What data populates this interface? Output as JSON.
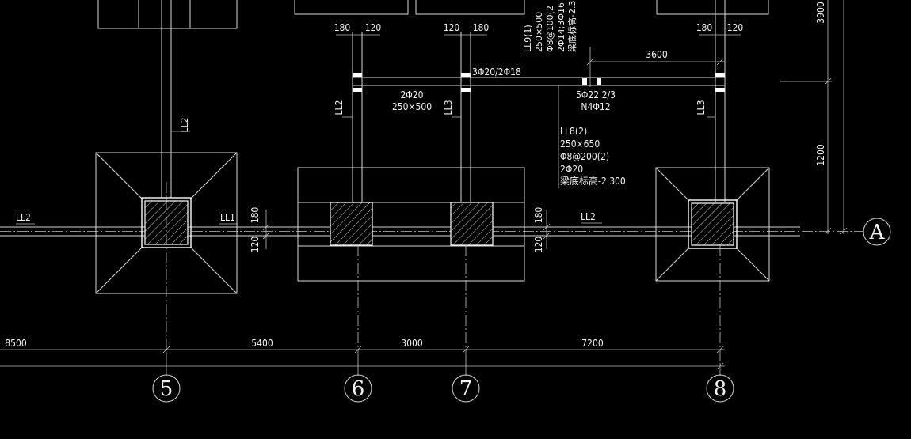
{
  "axes": {
    "a5": "5",
    "a6": "6",
    "a7": "7",
    "a8": "8",
    "aA": "A"
  },
  "dims": {
    "d8500": "8500",
    "d5400": "5400",
    "d3000": "3000",
    "d7200": "7200",
    "d3600": "3600",
    "d3900": "3900",
    "d1200": "1200",
    "d180": "180",
    "d120": "120"
  },
  "beams": {
    "ll1": "LL1",
    "ll2": "LL2",
    "ll3": "LL3",
    "top_rebar": "3Φ20/2Φ18",
    "ll2_bot": "2Φ20",
    "ll2_size": "250×500",
    "mid_rebar": "5Φ22 2/3",
    "mid_waist": "N4Φ12",
    "ll8": [
      "LL8(2)",
      "250×650",
      "Φ8@200(2)",
      "2Φ20",
      "梁底标高-2.300"
    ],
    "ll9": [
      "LL9(1)",
      "250×500",
      "Φ8@100(2",
      "2Φ14;3Φ16",
      "梁底标高-2.3"
    ]
  }
}
